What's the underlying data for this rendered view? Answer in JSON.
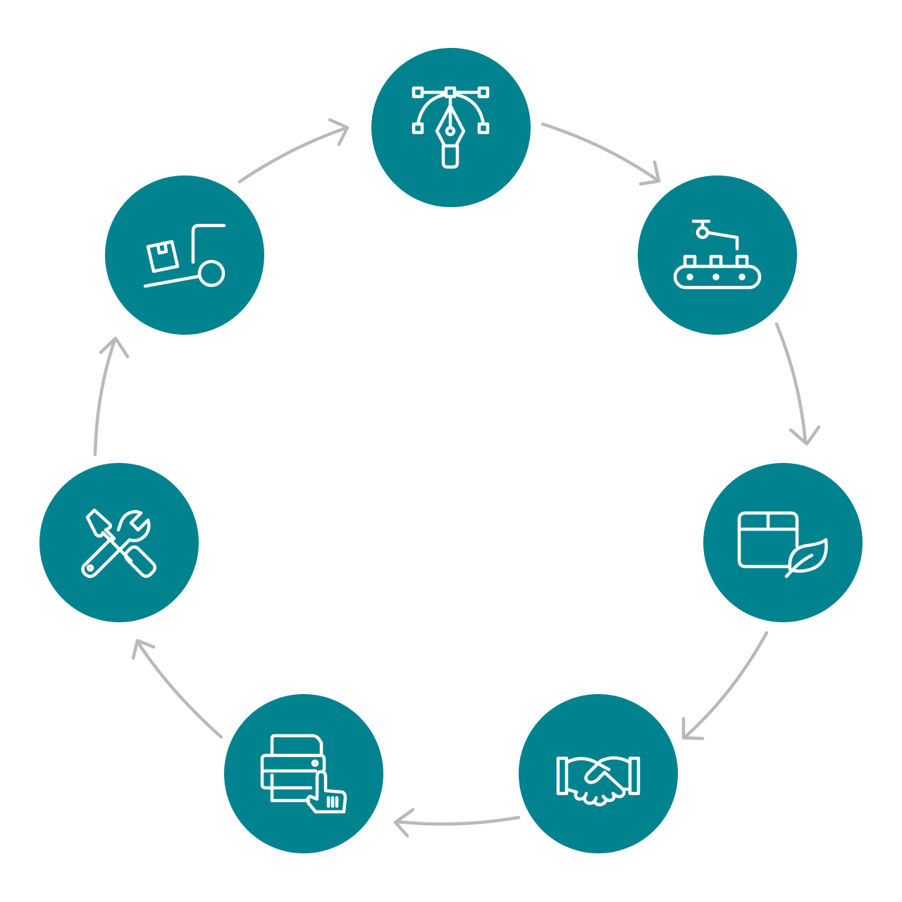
{
  "colors": {
    "node_fill": "#00828f",
    "icon_stroke": "#ffffff",
    "arrow_stroke": "#b9b9b9",
    "background": "#ffffff"
  },
  "cycle": {
    "direction": "clockwise",
    "steps": [
      {
        "id": "design",
        "icon": "pen-tool-bezier-icon"
      },
      {
        "id": "manufacturing",
        "icon": "conveyor-robot-arm-icon"
      },
      {
        "id": "eco-packaging",
        "icon": "box-leaf-icon"
      },
      {
        "id": "partnership",
        "icon": "handshake-icon"
      },
      {
        "id": "printing",
        "icon": "printer-touch-icon"
      },
      {
        "id": "maintenance",
        "icon": "screwdriver-wrench-icon"
      },
      {
        "id": "delivery",
        "icon": "hand-truck-box-icon"
      }
    ]
  }
}
